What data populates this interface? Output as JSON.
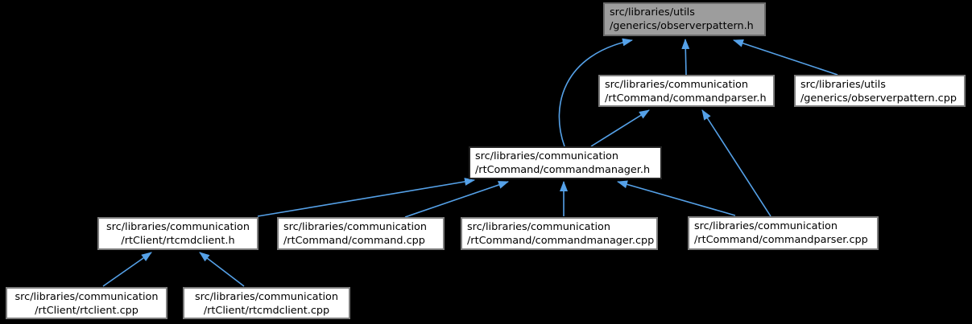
{
  "diagram": {
    "type": "include-dependency-graph",
    "colors": {
      "background": "#000000",
      "edge": "#55a1e8",
      "node_fill": "#ffffff",
      "node_border": "#7d7d7d",
      "highlight_fill": "#9d9d9d",
      "highlight_border": "#6b6b6b",
      "strong_border": "#222222",
      "text": "#000000"
    },
    "nodes": [
      {
        "id": "observerpattern-h",
        "line1": "src/libraries/utils",
        "line2": "/generics/observerpattern.h",
        "style": "highlight",
        "align": "left"
      },
      {
        "id": "commandparser-h",
        "line1": "src/libraries/communication",
        "line2": "/rtCommand/commandparser.h",
        "style": "normal",
        "align": "left"
      },
      {
        "id": "observerpattern-cpp",
        "line1": "src/libraries/utils",
        "line2": "/generics/observerpattern.cpp",
        "style": "normal",
        "align": "left"
      },
      {
        "id": "commandmanager-h",
        "line1": "src/libraries/communication",
        "line2": "/rtCommand/commandmanager.h",
        "style": "strong",
        "align": "left"
      },
      {
        "id": "rtcmdclient-h",
        "line1": "src/libraries/communication",
        "line2": "/rtClient/rtcmdclient.h",
        "style": "normal",
        "align": "center"
      },
      {
        "id": "command-cpp",
        "line1": "src/libraries/communication",
        "line2": "/rtCommand/command.cpp",
        "style": "normal",
        "align": "left"
      },
      {
        "id": "commandmanager-cpp",
        "line1": "src/libraries/communication",
        "line2": "/rtCommand/commandmanager.cpp",
        "style": "normal",
        "align": "left"
      },
      {
        "id": "commandparser-cpp",
        "line1": "src/libraries/communication",
        "line2": "/rtCommand/commandparser.cpp",
        "style": "normal",
        "align": "left"
      },
      {
        "id": "rtclient-cpp",
        "line1": "src/libraries/communication",
        "line2": "/rtClient/rtclient.cpp",
        "style": "normal",
        "align": "center"
      },
      {
        "id": "rtcmdclient-cpp",
        "line1": "src/libraries/communication",
        "line2": "/rtClient/rtcmdclient.cpp",
        "style": "normal",
        "align": "center"
      }
    ],
    "edges": [
      {
        "from": "commandparser-h",
        "to": "observerpattern-h"
      },
      {
        "from": "observerpattern-cpp",
        "to": "observerpattern-h"
      },
      {
        "from": "commandmanager-h",
        "to": "observerpattern-h"
      },
      {
        "from": "commandmanager-h",
        "to": "commandparser-h"
      },
      {
        "from": "commandparser-cpp",
        "to": "commandparser-h"
      },
      {
        "from": "rtcmdclient-h",
        "to": "commandmanager-h"
      },
      {
        "from": "command-cpp",
        "to": "commandmanager-h"
      },
      {
        "from": "commandmanager-cpp",
        "to": "commandmanager-h"
      },
      {
        "from": "commandparser-cpp",
        "to": "commandmanager-h"
      },
      {
        "from": "rtclient-cpp",
        "to": "rtcmdclient-h"
      },
      {
        "from": "rtcmdclient-cpp",
        "to": "rtcmdclient-h"
      }
    ]
  }
}
